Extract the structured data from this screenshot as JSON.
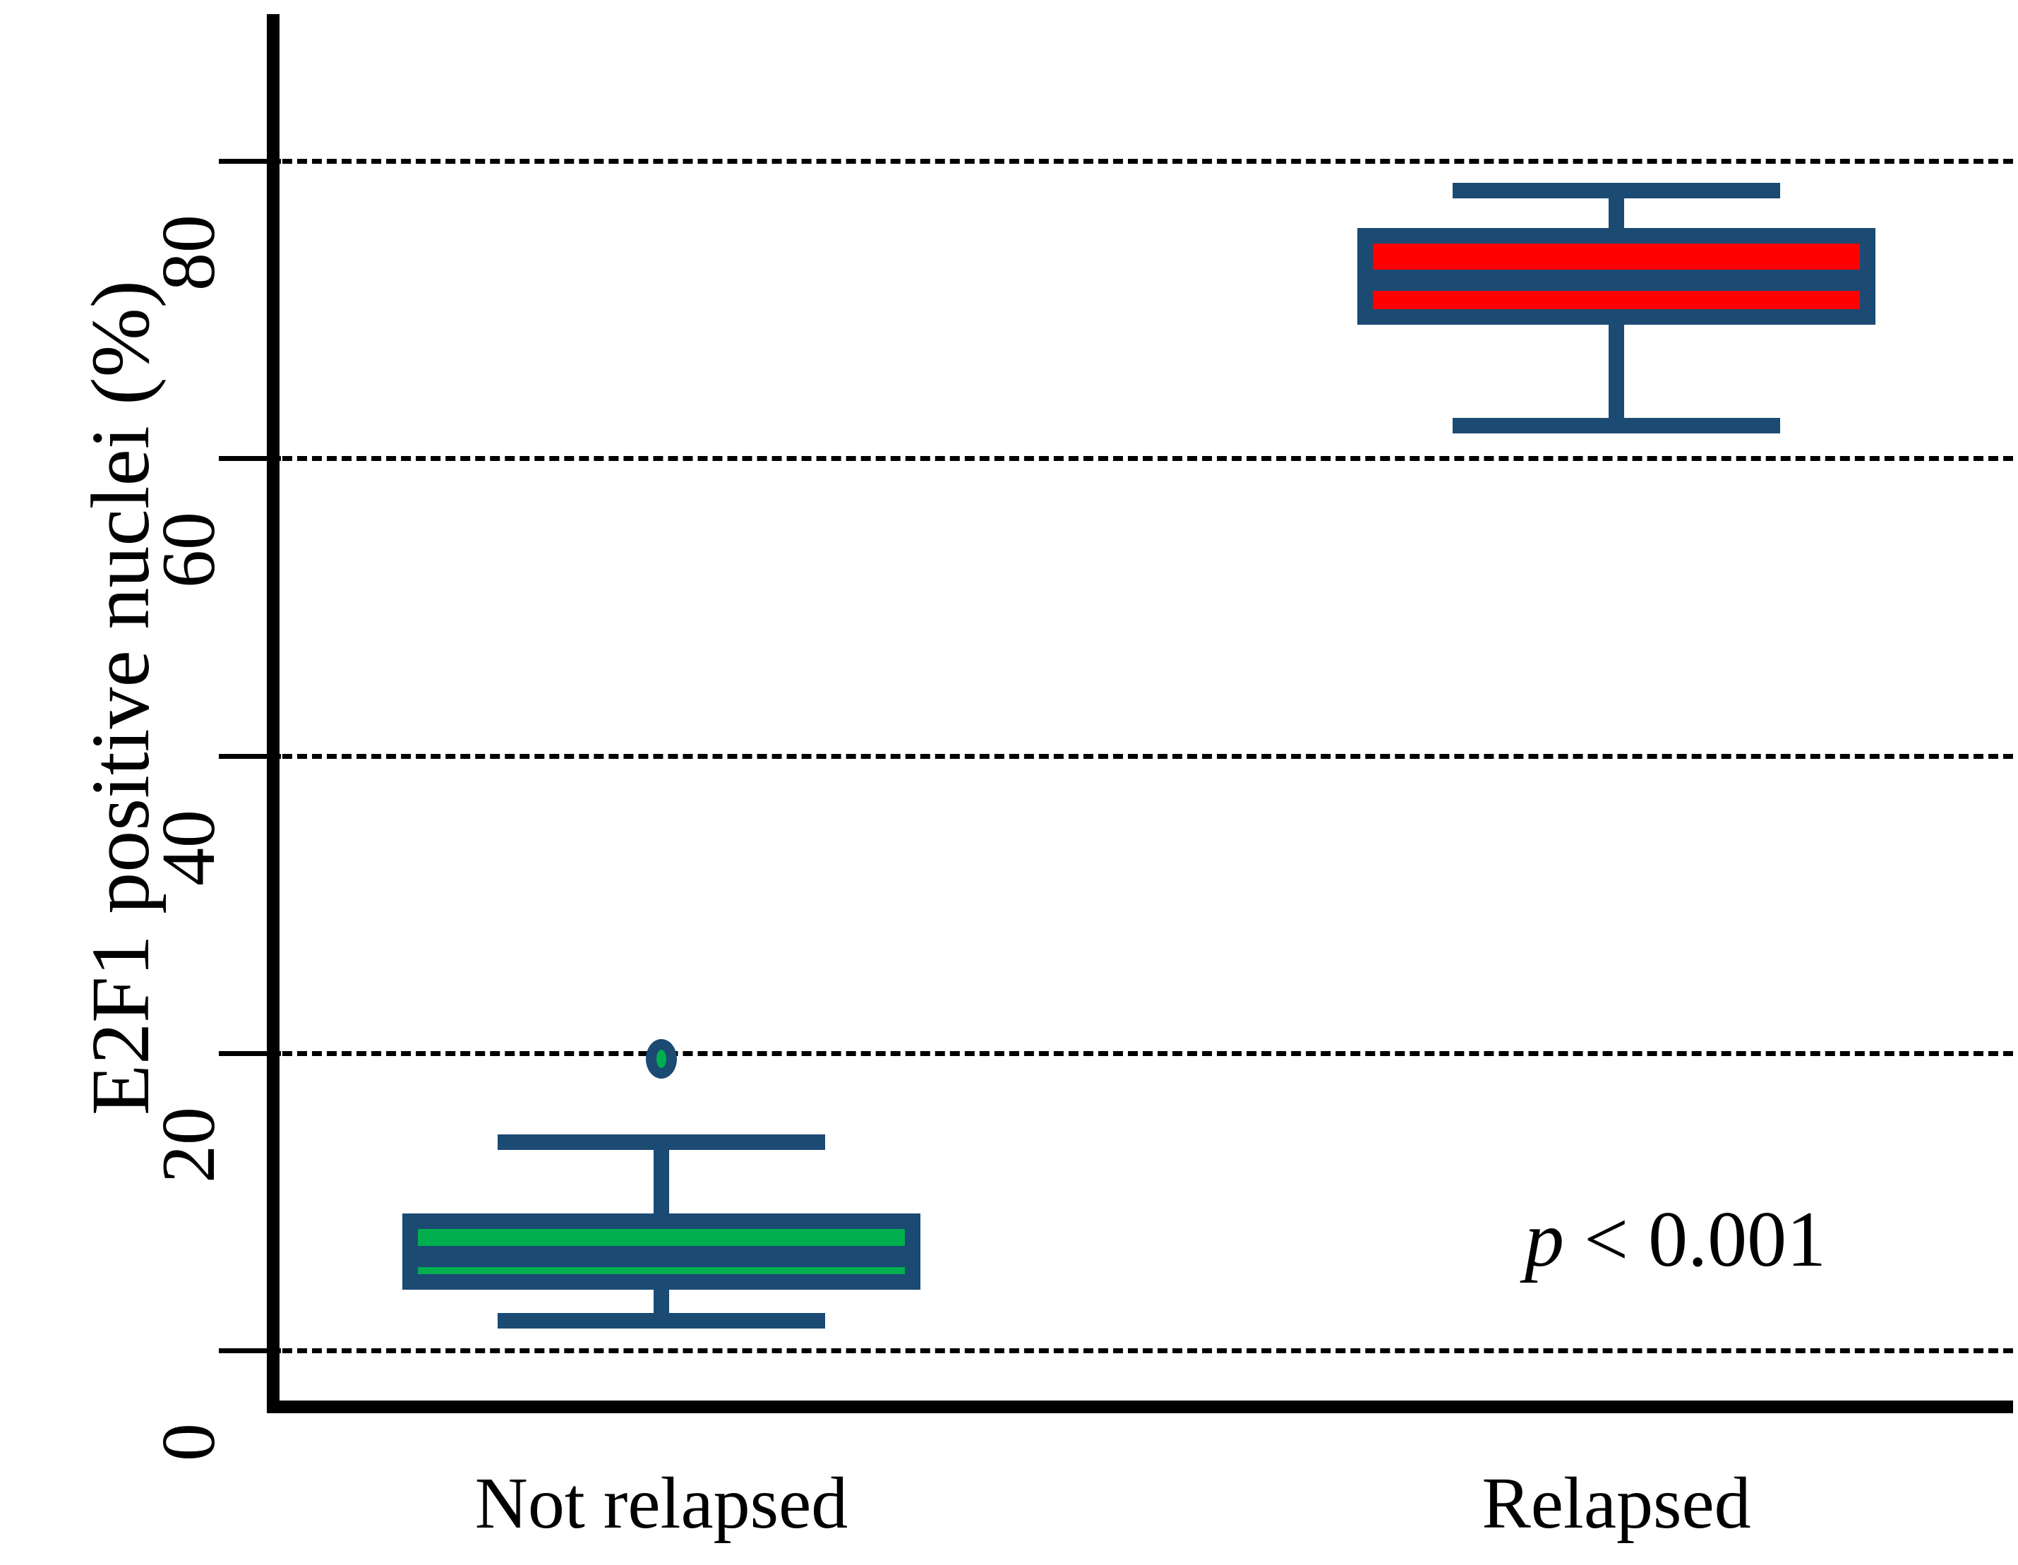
{
  "chart_data": {
    "type": "box",
    "title": "",
    "xlabel": "",
    "ylabel": "E2F1 positive nuclei (%)",
    "categories": [
      "Not relapsed",
      "Relapsed"
    ],
    "ylim": [
      0,
      88
    ],
    "yticks": [
      0,
      20,
      40,
      60,
      80
    ],
    "ytick_labels": [
      "0",
      "20",
      "40",
      "60",
      "80"
    ],
    "grid": "horizontal dashed gridlines at each y tick",
    "legend": "none",
    "annotations": [
      {
        "text_italic": "p",
        "text_rest": " < 0.001",
        "full": "p < 0.001"
      }
    ],
    "series": [
      {
        "name": "Not relapsed",
        "color": "#00AE4D",
        "border_color": "#1B4A73",
        "whisker_low": 2.0,
        "q1": 4.1,
        "median": 6.3,
        "q3": 9.2,
        "whisker_high": 14.0,
        "outliers": [
          19.6
        ]
      },
      {
        "name": "Relapsed",
        "color": "#FF0000",
        "border_color": "#1B4A73",
        "whisker_low": 62.2,
        "q1": 69.0,
        "median": 72.0,
        "q3": 75.5,
        "whisker_high": 78.0,
        "outliers": []
      }
    ]
  },
  "colors": {
    "not_relapsed_fill": "#00AE4D",
    "relapsed_fill": "#FF0000",
    "box_outline": "#1B4A73",
    "axis": "#000000",
    "grid": "#000000",
    "background": "#FFFFFF"
  }
}
